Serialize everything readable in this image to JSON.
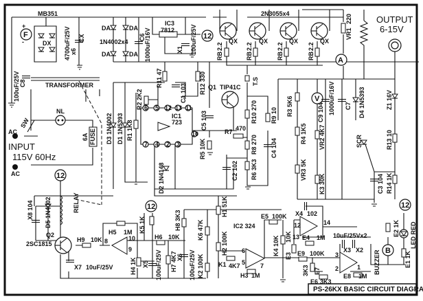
{
  "title_block": "PS-26KX BASIC CIRCUIT DIAGRAM",
  "input": {
    "label": "INPUT",
    "rating": "115V 60Hz",
    "ac1": "AC",
    "ac2": "AC",
    "switch": "SW",
    "neon": "NL",
    "fuse": "FUSE",
    "fuse_rating": "6A",
    "transformer": "TRANSFORMER"
  },
  "output": {
    "label": "OUTPUT",
    "range": "6-15V"
  },
  "meters": {
    "fan": "F",
    "ammeter": "A",
    "voltmeter": "V",
    "buzzer": "B"
  },
  "ref12": "12",
  "rectifier": {
    "bridge": "MB351",
    "dx": "DX",
    "cx": "CX",
    "cx_value": "4700uF/25V",
    "cx_count": "x6",
    "da": "DA",
    "da_part": "1N4002x4",
    "c6": "C6",
    "c6_value": "1000uF/16V",
    "c8": "C8",
    "c8_value": "100uF/25V"
  },
  "regulator": {
    "ic3": "IC3",
    "ic3_part": "7812",
    "x1": "X1",
    "x1_value": "100uF/25V"
  },
  "pass": {
    "part": "2N3055x4",
    "qx": "QX",
    "rb": "RB",
    "rb_value": "2.2",
    "vr1": "VR1",
    "vr1_value": "220"
  },
  "control": {
    "ic1": "IC1",
    "ic1_part": "723",
    "pins": [
      "6",
      "5",
      "12",
      "13",
      "11",
      "7",
      "4",
      "2",
      "3",
      "10"
    ],
    "r11": "R11 47",
    "r12": "R12 330",
    "c1": "C1 103",
    "r2": "R2 2K2",
    "d3": "D3 1N4002",
    "d1": "D1 1N5393",
    "r1": "R1 1K8",
    "c5": "C5 103",
    "r5": "R5 10K",
    "q1": "Q1",
    "q1_part": "TIP41C",
    "ts": "T.S",
    "r7": "R7",
    "r7_value": "470",
    "r10": "R10 270",
    "r8": "R8 270",
    "r9": "R9 10",
    "c4": "C4 104",
    "r6": "R6 3K3",
    "c2": "C2 102",
    "d2": "D2 1N4148"
  },
  "protection": {
    "r3": "R3 5K6",
    "c9": "C9 104",
    "c7": "C7",
    "c7_value": "1000uF/16V",
    "d4": "D4 1N5393",
    "z1": "Z1 16V",
    "r13": "R13 10",
    "scr": "SCR",
    "r4": "R4 1K5",
    "vr3": "VR3 5K",
    "vr2": "VR2 4K7",
    "k3": "K3 30K",
    "c3": "C3 104",
    "r14": "R14 1K"
  },
  "relay_section": {
    "relay": "RELAY",
    "x8": "X8 104",
    "d5": "D5 1N4002",
    "q2": "Q2",
    "q2_part": "2SC1815",
    "x7": "X7",
    "x7_value": "10uF/25V",
    "h9": "H9",
    "h9_value": "10K",
    "h5": "H5",
    "h5_value": "1M",
    "k5": "K5 1K",
    "h6": "H6",
    "h6_value": "10K",
    "h4": "H4 1K",
    "x5": "X5",
    "x5_value": "100uF/25V",
    "h7": "H7 4K7",
    "x6": "X6",
    "x6_value": "100uF/25V",
    "h8": "H8 3K3",
    "pin8": "8",
    "pin9": "9",
    "pin10": "10"
  },
  "alarm_section": {
    "k6": "K6 47K",
    "k2": "K2 100K",
    "h1": "H1 51K",
    "h2": "H2 100K",
    "ic2": "IC2 324",
    "k1": "K1",
    "k1_value": "4K7",
    "h3": "H3",
    "h3_value": "1M",
    "pin6": "6",
    "pin5": "5",
    "pin7": "7",
    "e5": "E5",
    "e5_value": "100K",
    "x4": "X4",
    "x4_value": "102",
    "pin12": "12",
    "pin13": "13",
    "pin14": "14",
    "e4": "E4",
    "e4_value": "1M",
    "k4": "K4 10K",
    "e3": "E3",
    "e3_value": "10K",
    "e9": "E9",
    "e9_value": "100K",
    "e7": "E7",
    "e7_value": "3K3",
    "e6": "E6",
    "e6_value": "3K3",
    "caps": "10uF/25Vx2",
    "x3": "X3",
    "x2": "X2",
    "pin3": "3",
    "pin2": "2",
    "pin1": "1",
    "e8": "E8",
    "e8_value": "1M",
    "buzzer": "BUZZER",
    "e2": "E2 1K",
    "led": "LED RED",
    "e1": "E1 1K"
  }
}
